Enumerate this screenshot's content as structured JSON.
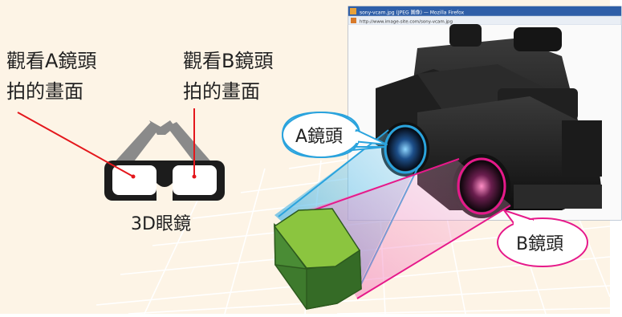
{
  "labels": {
    "view_a": {
      "line1": "觀看A鏡頭",
      "line2": "拍的畫面"
    },
    "view_b": {
      "line1": "觀看B鏡頭",
      "line2": "拍的畫面"
    },
    "glasses": "3D眼鏡",
    "lens_a": "A鏡頭",
    "lens_b": "B鏡頭"
  },
  "browser_window": {
    "title": "sony-vcam.jpg (JPEG 圖像) — Mozilla Firefox",
    "address": "http://www.image-site.com/sony-vcam.jpg"
  },
  "colors": {
    "background": "#fdf4e6",
    "label_a_line": "#e4171c",
    "lens_a_accent": "#2aa3dd",
    "lens_b_accent": "#e6198a",
    "hexagon_top": "#8bc53f",
    "hexagon_side": "#3e7a2d",
    "glasses_frame": "#1c1c1c",
    "glasses_arms": "#8a8a8a"
  }
}
